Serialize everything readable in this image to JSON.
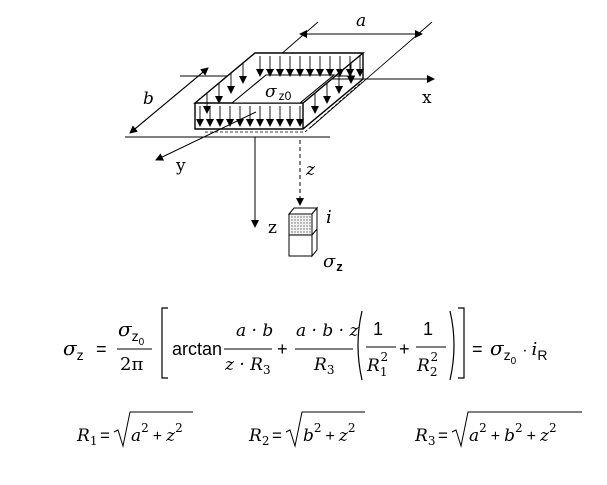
{
  "diagram": {
    "labels": {
      "a": "a",
      "b": "b",
      "x": "x",
      "y": "y",
      "z_axis": "z",
      "z_depth": "z",
      "i": "i",
      "sigma_z0_sigma": "σ",
      "sigma_z0_sub": "z0",
      "sigma_z_sigma": "σ",
      "sigma_z_sub": "z"
    }
  },
  "formulas": {
    "main": {
      "lhs_sigma": "σ",
      "lhs_sub": "z",
      "eq": "=",
      "num_sigma": "σ",
      "num_sub": "z",
      "num_sub2": "0",
      "den": "2π",
      "arctan": "arctan",
      "frac1_num": "a · b",
      "frac1_den": "z · R",
      "frac1_den_sub": "3",
      "plus1": "+",
      "frac2_num": "a · b · z",
      "frac2_den": "R",
      "frac2_den_sub": "3",
      "inner1_num": "1",
      "inner1_den": "R",
      "inner1_sub": "1",
      "inner1_sup": "2",
      "plus2": "+",
      "inner2_num": "1",
      "inner2_den": "R",
      "inner2_sub": "2",
      "inner2_sup": "2",
      "eq2": "=",
      "rhs_sigma": "σ",
      "rhs_sub": "z",
      "rhs_sub2": "0",
      "dot": "·",
      "rhs_i": "i",
      "rhs_i_sub": "R"
    },
    "r1": {
      "lhs": "R",
      "sub": "1",
      "eq": "=",
      "radicand": "a",
      "sup1": "2",
      "plus": "+",
      "z": "z",
      "sup2": "2"
    },
    "r2": {
      "lhs": "R",
      "sub": "2",
      "eq": "=",
      "radicand": "b",
      "sup1": "2",
      "plus": "+",
      "z": "z",
      "sup2": "2"
    },
    "r3": {
      "lhs": "R",
      "sub": "3",
      "eq": "=",
      "a": "a",
      "sup1": "2",
      "plus1": "+",
      "b": "b",
      "sup2": "2",
      "plus2": "+",
      "z": "z",
      "sup3": "2"
    }
  }
}
